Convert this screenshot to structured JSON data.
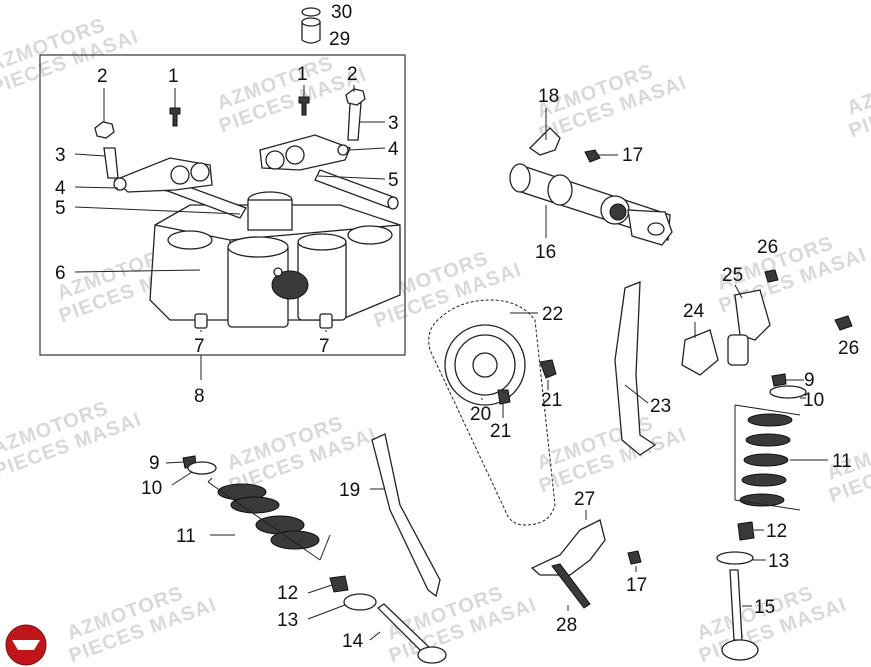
{
  "watermark": {
    "line1": "AZMOTORS",
    "line2": "PIECES MASAI"
  },
  "callouts": [
    {
      "id": "c30",
      "text": "30"
    },
    {
      "id": "c29",
      "text": "29"
    },
    {
      "id": "c2a",
      "text": "2"
    },
    {
      "id": "c1a",
      "text": "1"
    },
    {
      "id": "c1b",
      "text": "1"
    },
    {
      "id": "c2b",
      "text": "2"
    },
    {
      "id": "c3a",
      "text": "3"
    },
    {
      "id": "c3b",
      "text": "3"
    },
    {
      "id": "c4a",
      "text": "4"
    },
    {
      "id": "c4b",
      "text": "4"
    },
    {
      "id": "c5a",
      "text": "5"
    },
    {
      "id": "c5b",
      "text": "5"
    },
    {
      "id": "c6",
      "text": "6"
    },
    {
      "id": "c7a",
      "text": "7"
    },
    {
      "id": "c7b",
      "text": "7"
    },
    {
      "id": "c8",
      "text": "8"
    },
    {
      "id": "c18",
      "text": "18"
    },
    {
      "id": "c17a",
      "text": "17"
    },
    {
      "id": "c16",
      "text": "16"
    },
    {
      "id": "c22",
      "text": "22"
    },
    {
      "id": "c20",
      "text": "20"
    },
    {
      "id": "c21a",
      "text": "21"
    },
    {
      "id": "c21b",
      "text": "21"
    },
    {
      "id": "c23",
      "text": "23"
    },
    {
      "id": "c24",
      "text": "24"
    },
    {
      "id": "c25",
      "text": "25"
    },
    {
      "id": "c26a",
      "text": "26"
    },
    {
      "id": "c26b",
      "text": "26"
    },
    {
      "id": "c9a",
      "text": "9"
    },
    {
      "id": "c10a",
      "text": "10"
    },
    {
      "id": "c11a",
      "text": "11"
    },
    {
      "id": "c9b",
      "text": "9"
    },
    {
      "id": "c10b",
      "text": "10"
    },
    {
      "id": "c11b",
      "text": "11"
    },
    {
      "id": "c19",
      "text": "19"
    },
    {
      "id": "c27",
      "text": "27"
    },
    {
      "id": "c17b",
      "text": "17"
    },
    {
      "id": "c12a",
      "text": "12"
    },
    {
      "id": "c13a",
      "text": "13"
    },
    {
      "id": "c15",
      "text": "15"
    },
    {
      "id": "c12b",
      "text": "12"
    },
    {
      "id": "c13b",
      "text": "13"
    },
    {
      "id": "c14",
      "text": "14"
    },
    {
      "id": "c28",
      "text": "28"
    }
  ],
  "colors": {
    "logo": "#c0151b",
    "watermark": "#d9d9d9",
    "line": "#222222"
  }
}
